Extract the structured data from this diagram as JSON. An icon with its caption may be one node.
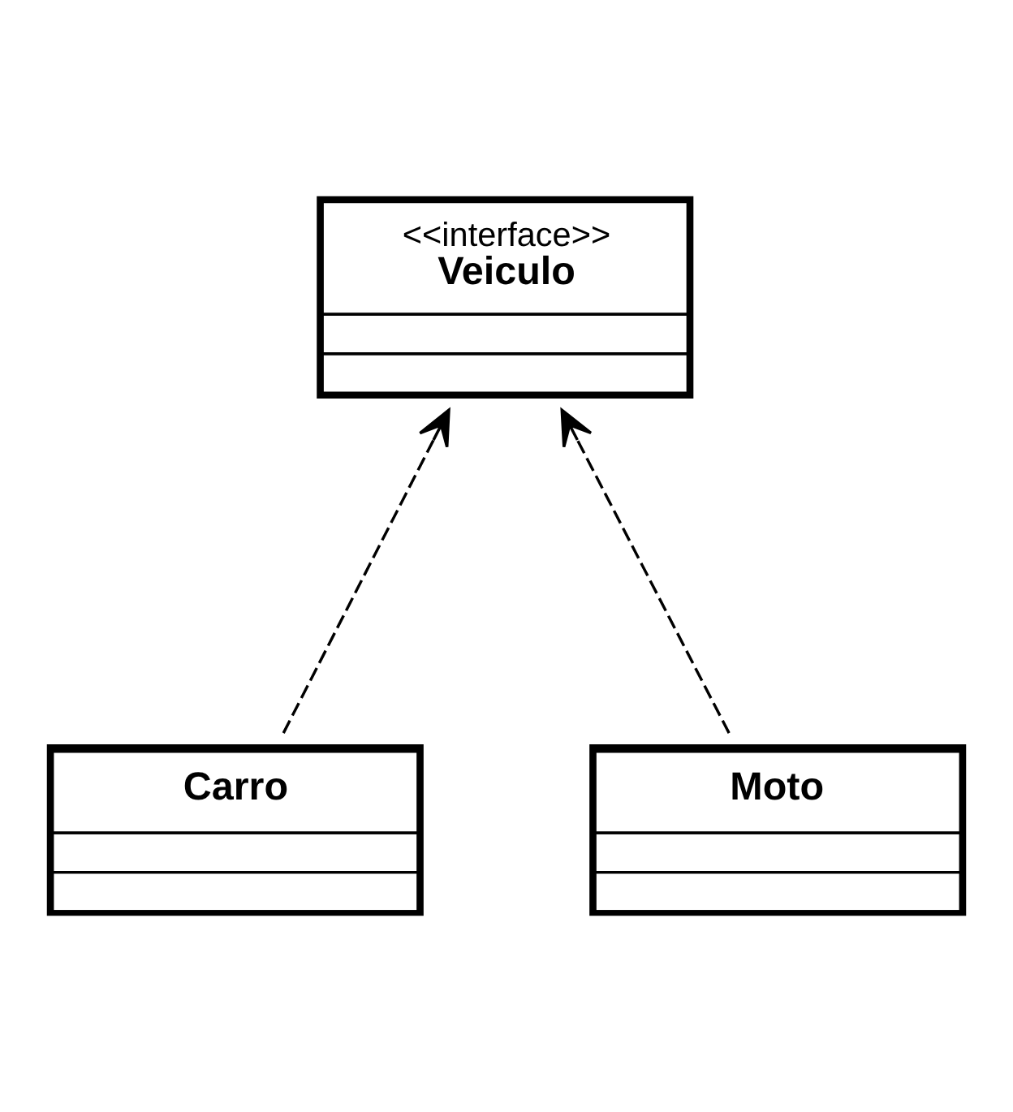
{
  "diagram": {
    "nodes": [
      {
        "text": [
          "<<interface>>",
          "Veiculo"
        ]
      },
      {
        "text": [
          "Carro"
        ]
      },
      {
        "text": [
          "Moto"
        ]
      }
    ],
    "edges": [
      {
        "from": 1,
        "to": 0,
        "arrow": "to",
        "style": "dashed"
      },
      {
        "from": 2,
        "to": 0,
        "arrow": "to",
        "style": "dashed"
      }
    ]
  }
}
